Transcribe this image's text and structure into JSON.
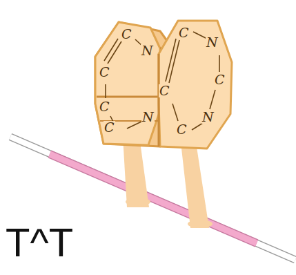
{
  "diagram": {
    "labels": [
      "C",
      "N",
      "C",
      "C",
      "C",
      "N",
      "C",
      "N",
      "C",
      "C",
      "C",
      "N",
      "T^T"
    ]
  }
}
